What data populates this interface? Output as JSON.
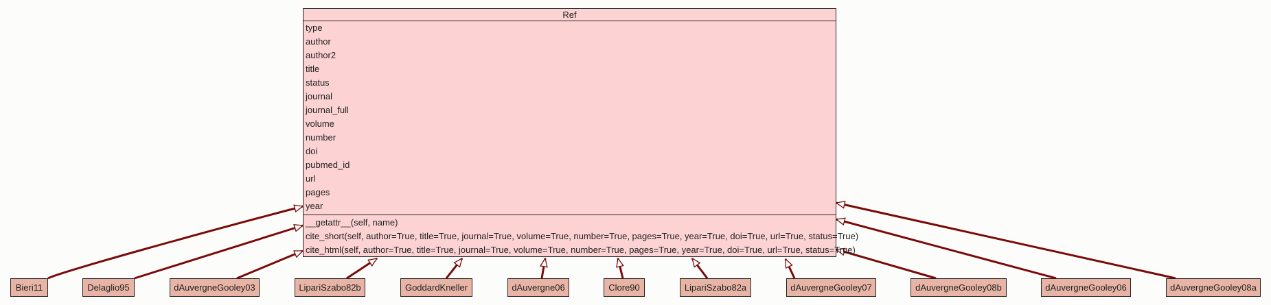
{
  "diagram": {
    "class": {
      "name": "Ref",
      "attributes": [
        "type",
        "author",
        "author2",
        "title",
        "status",
        "journal",
        "journal_full",
        "volume",
        "number",
        "doi",
        "pubmed_id",
        "url",
        "pages",
        "year"
      ],
      "methods": [
        "__getattr__(self, name)",
        "cite_short(self, author=True, title=True, journal=True, volume=True, number=True, pages=True, year=True, doi=True, url=True, status=True)",
        "cite_html(self, author=True, title=True, journal=True, volume=True, number=True, pages=True, year=True, doi=True, url=True, status=True)"
      ]
    },
    "subclasses": [
      "Bieri11",
      "Delaglio95",
      "dAuvergneGooley03",
      "LipariSzabo82b",
      "GoddardKneller",
      "dAuvergne06",
      "Clore90",
      "LipariSzabo82a",
      "dAuvergneGooley07",
      "dAuvergneGooley08b",
      "dAuvergneGooley06",
      "dAuvergneGooley08a"
    ],
    "colors": {
      "class_fill": "#fcd2d3",
      "subclass_fill": "#e8b4a6",
      "edge": "#7a0a0a",
      "border": "#222222"
    }
  }
}
